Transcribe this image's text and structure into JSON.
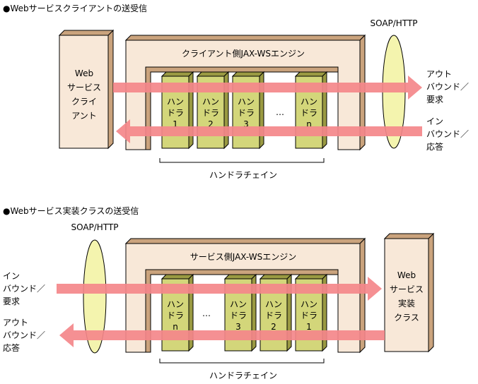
{
  "colors": {
    "box_fill": "#f8e8d8",
    "box_side": "#caa37d",
    "box_stroke": "#000000",
    "handler_fill": "#d3d67a",
    "handler_side": "#9a9a42",
    "arrow": "#f4878a",
    "ellipse_fill": "#f4f4ae"
  },
  "section1": {
    "title": "●Webサービスクライアントの送受信",
    "protocol_label": "SOAP/HTTP",
    "engine_label": "クライアント側JAX-WSエンジン",
    "endpoint_lines": [
      "Web",
      "サービス",
      "クライ",
      "アント"
    ],
    "handlers": [
      {
        "lines": [
          "ハン",
          "ドラ",
          "1"
        ]
      },
      {
        "lines": [
          "ハン",
          "ドラ",
          "2"
        ]
      },
      {
        "lines": [
          "ハン",
          "ドラ",
          "3"
        ]
      },
      {
        "lines": [
          "ハン",
          "ドラ",
          "n"
        ]
      }
    ],
    "ellipsis": "…",
    "arrow_top_label": [
      "アウト",
      "バウンド／",
      "要求"
    ],
    "arrow_bottom_label": [
      "イン",
      "バウンド／",
      "応答"
    ],
    "chain_label": "ハンドラチェイン"
  },
  "section2": {
    "title": "●Webサービス実装クラスの送受信",
    "protocol_label": "SOAP/HTTP",
    "engine_label": "サービス側JAX-WSエンジン",
    "endpoint_lines": [
      "Web",
      "サービス",
      "実装",
      "クラス"
    ],
    "handlers": [
      {
        "lines": [
          "ハン",
          "ドラ",
          "n"
        ]
      },
      {
        "lines": [
          "ハン",
          "ドラ",
          "3"
        ]
      },
      {
        "lines": [
          "ハン",
          "ドラ",
          "2"
        ]
      },
      {
        "lines": [
          "ハン",
          "ドラ",
          "1"
        ]
      }
    ],
    "ellipsis": "…",
    "arrow_top_label": [
      "イン",
      "バウンド／",
      "要求"
    ],
    "arrow_bottom_label": [
      "アウト",
      "バウンド／",
      "応答"
    ],
    "chain_label": "ハンドラチェイン"
  }
}
